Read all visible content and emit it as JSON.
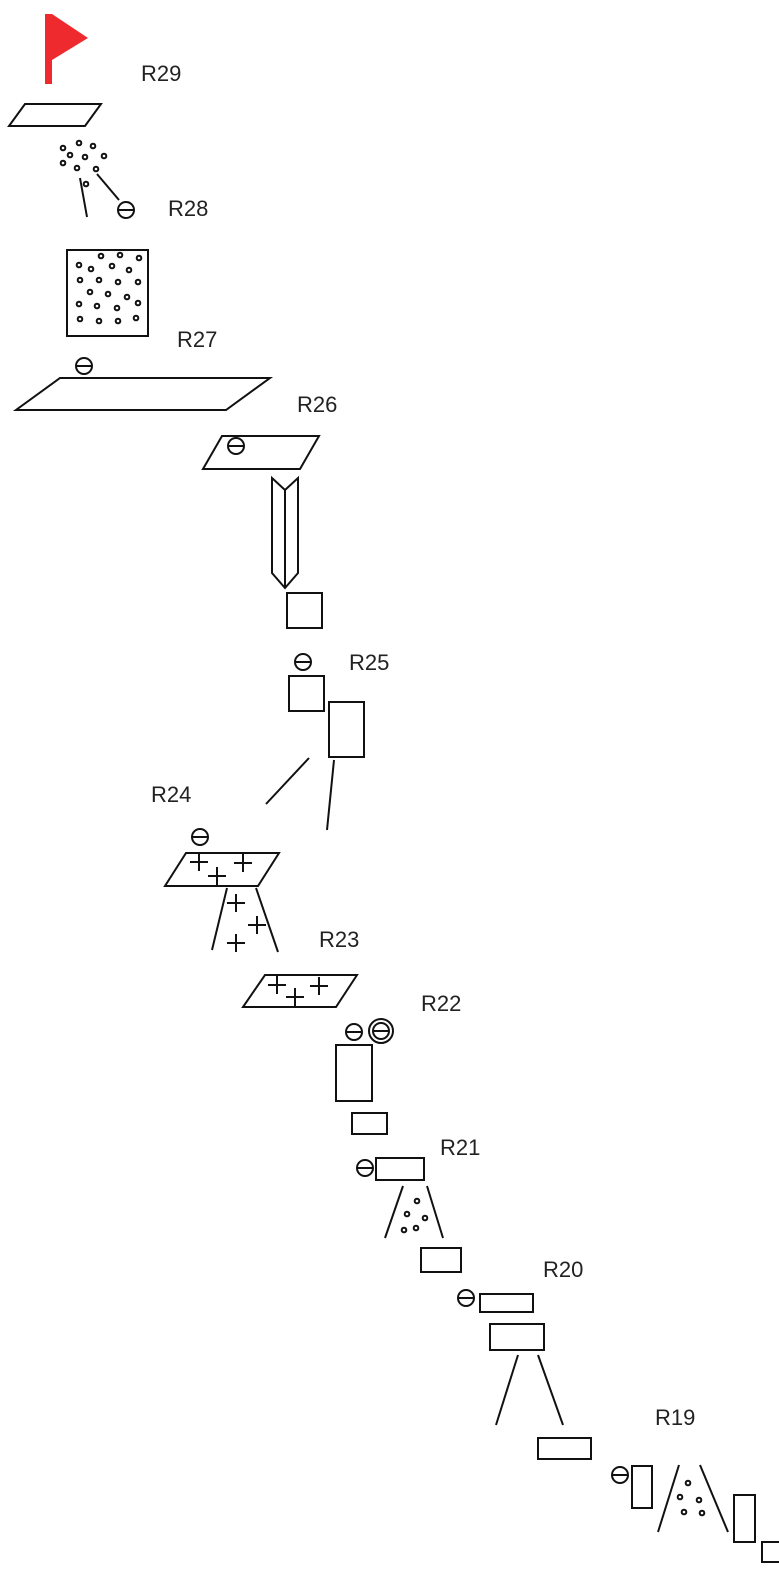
{
  "diagram": {
    "colors": {
      "flag": "#ee2a2e",
      "ink": "#111111",
      "background": "#ffffff"
    },
    "icons": [
      "flag-icon",
      "minus-circle-icon",
      "plus-icon"
    ],
    "routes": [
      {
        "id": "r29",
        "label": "R29"
      },
      {
        "id": "r28",
        "label": "R28"
      },
      {
        "id": "r27",
        "label": "R27"
      },
      {
        "id": "r26",
        "label": "R26"
      },
      {
        "id": "r25",
        "label": "R25"
      },
      {
        "id": "r24",
        "label": "R24"
      },
      {
        "id": "r23",
        "label": "R23"
      },
      {
        "id": "r22",
        "label": "R22"
      },
      {
        "id": "r21",
        "label": "R21"
      },
      {
        "id": "r20",
        "label": "R20"
      },
      {
        "id": "r19",
        "label": "R19"
      }
    ]
  }
}
